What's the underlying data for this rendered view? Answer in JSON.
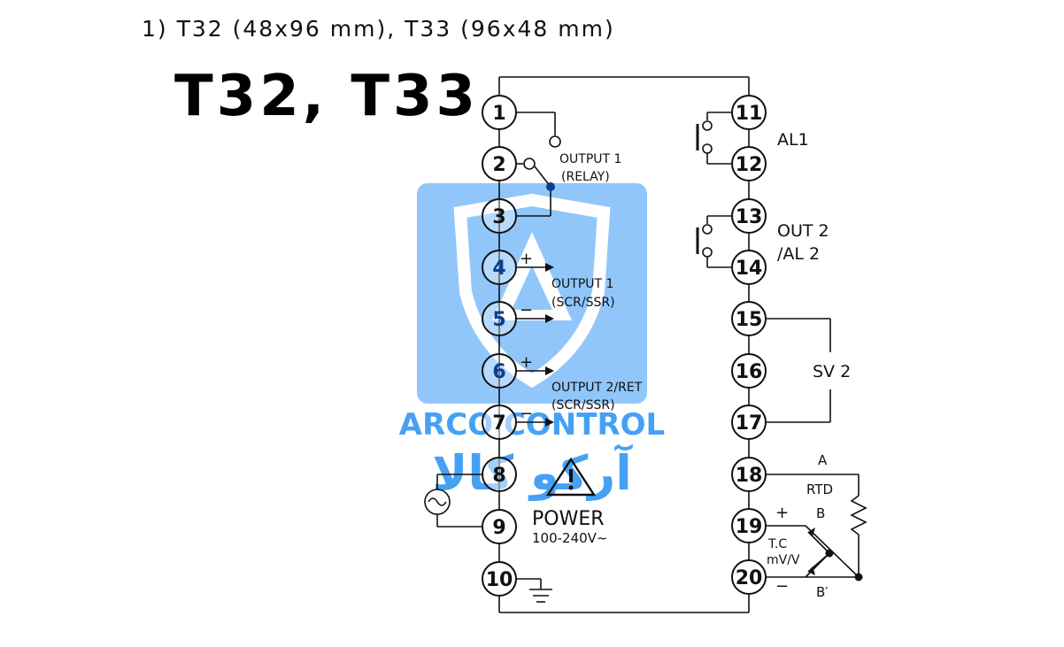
{
  "heading": "1) T32 (48x96 mm), T33 (96x48 mm)",
  "model_title": "T32, T33",
  "terminals_left": [
    "1",
    "2",
    "3",
    "4",
    "5",
    "6",
    "7",
    "8",
    "9",
    "10"
  ],
  "terminals_right": [
    "11",
    "12",
    "13",
    "14",
    "15",
    "16",
    "17",
    "18",
    "19",
    "20"
  ],
  "labels": {
    "output1_relay_a": "OUTPUT 1",
    "output1_relay_b": "(RELAY)",
    "output1_ssr_a": "OUTPUT 1",
    "output1_ssr_b": "(SCR/SSR)",
    "output2_a": "OUTPUT 2/RET",
    "output2_b": "(SCR/SSR)",
    "power": "POWER",
    "voltage": "100-240V~",
    "al1": "AL1",
    "out2_a": "OUT 2",
    "out2_b": "/AL 2",
    "sv2": "SV 2",
    "a": "A",
    "rtd": "RTD",
    "b": "B",
    "b_prime": "B′",
    "tc": "T.C",
    "mvv": "mV/V",
    "plus": "+",
    "minus": "−"
  },
  "watermark": {
    "latin": "ARCO CONTROL",
    "persian": "آرکو کالا",
    "color": "#3d9df5"
  }
}
